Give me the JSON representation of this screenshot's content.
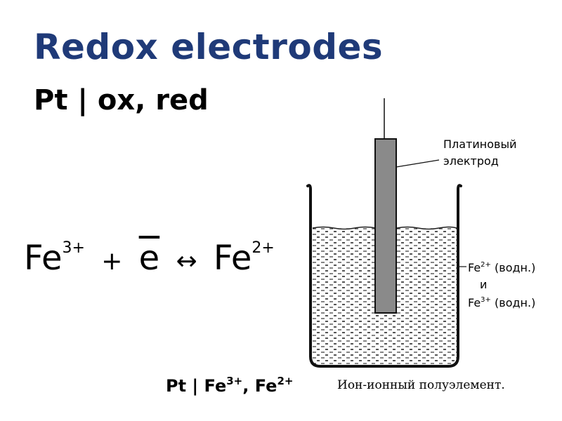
{
  "slide": {
    "title": "Redox electrodes",
    "subtitle": "Pt | ox, red"
  },
  "equation": {
    "left_species": "Fe",
    "left_charge": "3+",
    "plus": "+",
    "electron": "e",
    "arrow": "↔",
    "right_species": "Fe",
    "right_charge": "2+"
  },
  "notation": {
    "prefix": "Pt | Fe",
    "charge1": "3+",
    "separator": ", Fe",
    "charge2": "2+"
  },
  "diagram": {
    "electrode_label_line1": "Платиновый",
    "electrode_label_line2": "электрод",
    "solution_fe2_species": "Fe",
    "solution_fe2_charge": "2+",
    "solution_fe2_state": "(водн.)",
    "solution_and": "и",
    "solution_fe3_species": "Fe",
    "solution_fe3_charge": "3+",
    "solution_fe3_state": "(водн.)",
    "caption": "Ион-ионный полуэлемент."
  }
}
